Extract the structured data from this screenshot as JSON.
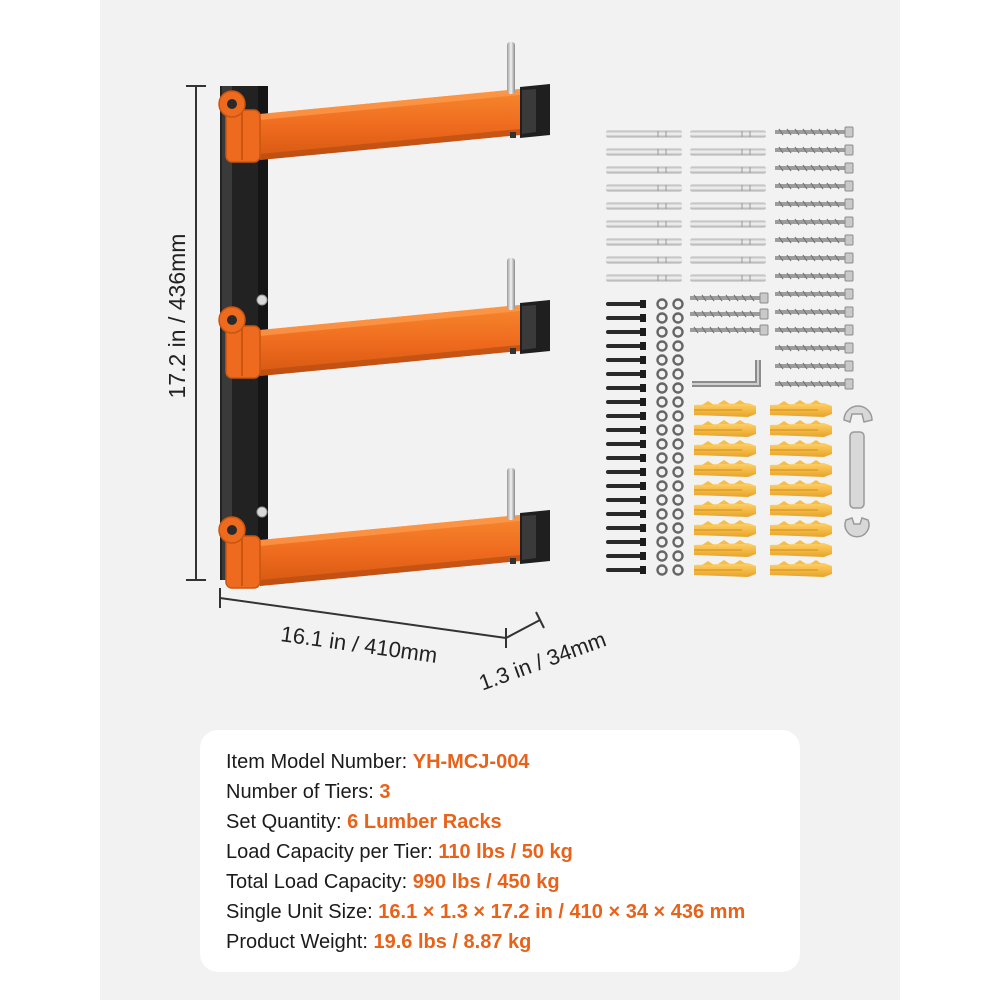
{
  "dimensions": {
    "height": "17.2 in / 436mm",
    "width": "16.1 in / 410mm",
    "depth": "1.3 in / 34mm"
  },
  "icons": [
    "lumber-rack",
    "pin",
    "lag-screw",
    "expansion-bolt",
    "washer",
    "anchor",
    "allen-key",
    "wrench"
  ],
  "colors": {
    "accent": "#ee6a1e",
    "frame": "#222222",
    "value_text": "#e8621a",
    "anchor": "#f2b63a"
  },
  "specs": [
    {
      "label": "Item Model Number: ",
      "value": "YH-MCJ-004"
    },
    {
      "label": "Number of Tiers: ",
      "value": "3"
    },
    {
      "label": "Set Quantity: ",
      "value": "6 Lumber Racks"
    },
    {
      "label": "Load Capacity per Tier: ",
      "value": "110 lbs / 50 kg"
    },
    {
      "label": "Total Load Capacity: ",
      "value": "990 lbs / 450 kg"
    },
    {
      "label": "Single Unit Size: ",
      "value": "16.1 × 1.3 × 17.2 in / 410 × 34 × 436 mm"
    },
    {
      "label": "Product Weight: ",
      "value": "19.6 lbs / 8.87 kg"
    }
  ]
}
